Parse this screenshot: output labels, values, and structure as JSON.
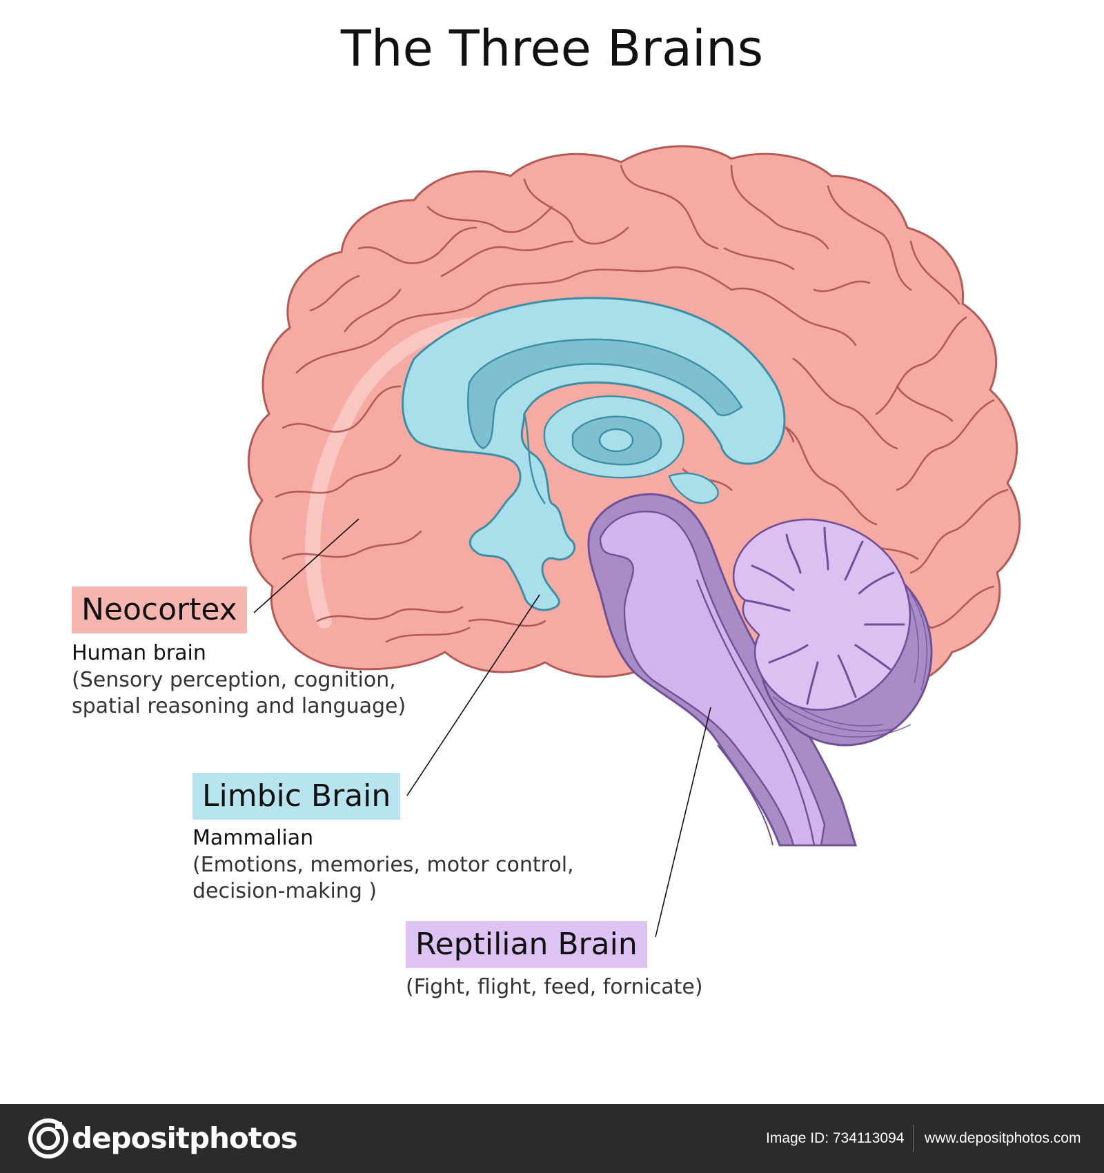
{
  "title": "The Three Brains",
  "colors": {
    "neocortex": "#f6aaa4",
    "neocortex_line": "#b35a56",
    "limbic": "#a8dfea",
    "limbic_dark": "#7ec0d0",
    "limbic_line": "#3d8ea3",
    "reptilian": "#d2b4ec",
    "reptilian_dark": "#a78cc6",
    "reptilian_line": "#6f4f96",
    "footer_bg": "#2b2b2b"
  },
  "labels": {
    "neocortex": {
      "name": "Neocortex",
      "subtitle": "Human brain",
      "description": [
        "(Sensory perception, cognition,",
        "spatial reasoning and language)"
      ]
    },
    "limbic": {
      "name": "Limbic Brain",
      "subtitle": "Mammalian",
      "description": [
        "(Emotions, memories, motor control,",
        "decision-making )"
      ]
    },
    "reptilian": {
      "name": "Reptilian Brain",
      "description": "(Fight, flight, feed, fornicate)"
    }
  },
  "footer": {
    "logo_icon": "depositphotos-logo-icon",
    "logo_text": "depositphotos",
    "image_id": "Image ID: 734113094",
    "site": "www.depositphotos.com"
  }
}
